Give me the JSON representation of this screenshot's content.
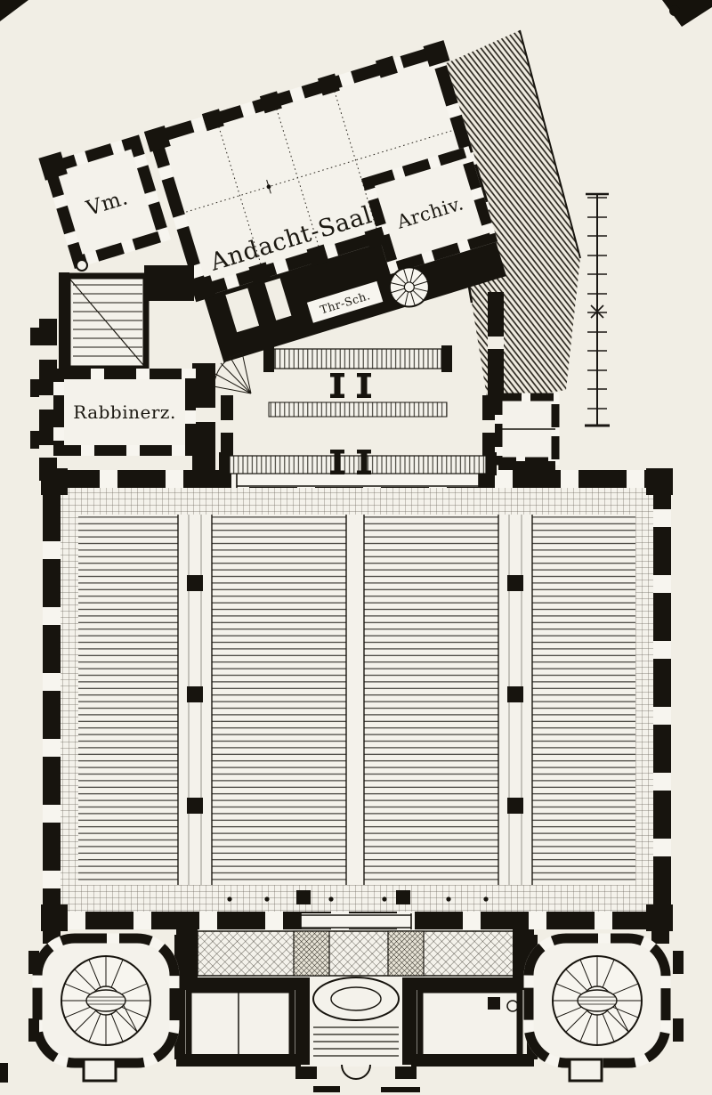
{
  "plan": {
    "language": "de",
    "kind": "engraved building floor plan"
  },
  "labels": {
    "vm": "Vm.",
    "andacht_saal": "Andacht-Saal",
    "archiv": "Archiv.",
    "thr_sch": "Thr-Sch.",
    "rabbinerz": "Rabbinerz."
  },
  "rooms": [
    {
      "id": "vm",
      "label": "Vm."
    },
    {
      "id": "andacht-saal",
      "label": "Andacht-Saal"
    },
    {
      "id": "archiv",
      "label": "Archiv."
    },
    {
      "id": "thr-sch",
      "label": "Thr-Sch."
    },
    {
      "id": "rabbinerzimmer",
      "label": "Rabbinerz."
    }
  ],
  "scale_bar": {
    "tick_count": 13
  },
  "colors": {
    "paper": "#f1eee5",
    "ink": "#17140e"
  }
}
